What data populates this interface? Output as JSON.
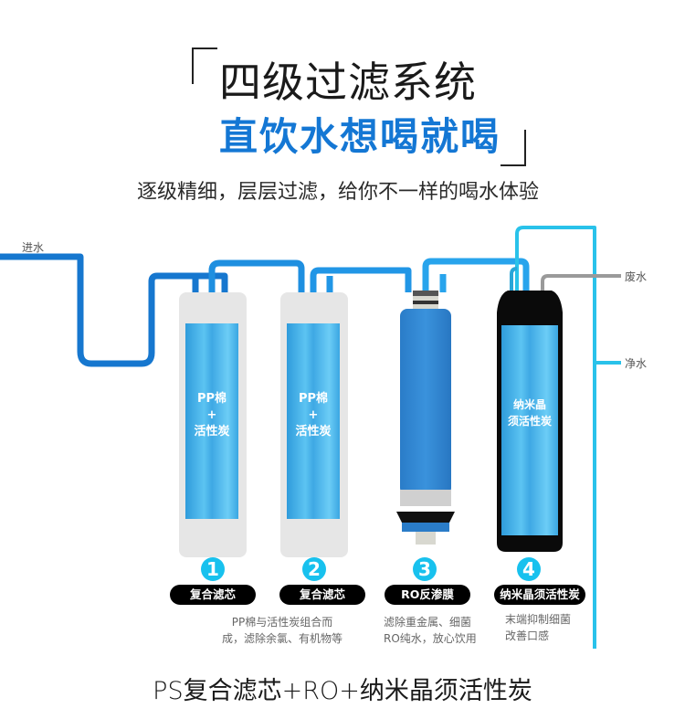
{
  "header": {
    "title": "四级过滤系统",
    "subtitle": "直饮水想喝就喝",
    "tagline": "逐级精细，层层过滤，给你不一样的喝水体验"
  },
  "pipes": {
    "inlet_label": "进水",
    "waste_label": "废水",
    "clean_label": "净水",
    "colors": {
      "inlet_pipe": "#1677cf",
      "clean_pipe": "#29c2ea",
      "waste_pipe": "#9a9a9a"
    }
  },
  "filters": [
    {
      "stage": "1",
      "cartridge_text": "PP棉\n+\n活性炭",
      "name": "复合滤芯",
      "description": "PP棉与活性炭组合而\n成，滤除余氯、有机物等"
    },
    {
      "stage": "2",
      "cartridge_text": "PP棉\n+\n活性炭",
      "name": "复合滤芯",
      "description": ""
    },
    {
      "stage": "3",
      "cartridge_text": "",
      "name": "RO反渗膜",
      "description": "滤除重金属、细菌\nRO纯水，放心饮用"
    },
    {
      "stage": "4",
      "cartridge_text": "纳米晶\n须活性炭",
      "name": "纳米晶须活性炭",
      "description": "末端抑制细菌\n改善口感"
    }
  ],
  "colors": {
    "accent_blue": "#1477d4",
    "badge_cyan": "#18c1ee",
    "cartridge_blue": "#4fb8ec",
    "ro_blue": "#2e86d4"
  },
  "footer": {
    "summary": "PS复合滤芯+RO+纳米晶须活性炭"
  }
}
